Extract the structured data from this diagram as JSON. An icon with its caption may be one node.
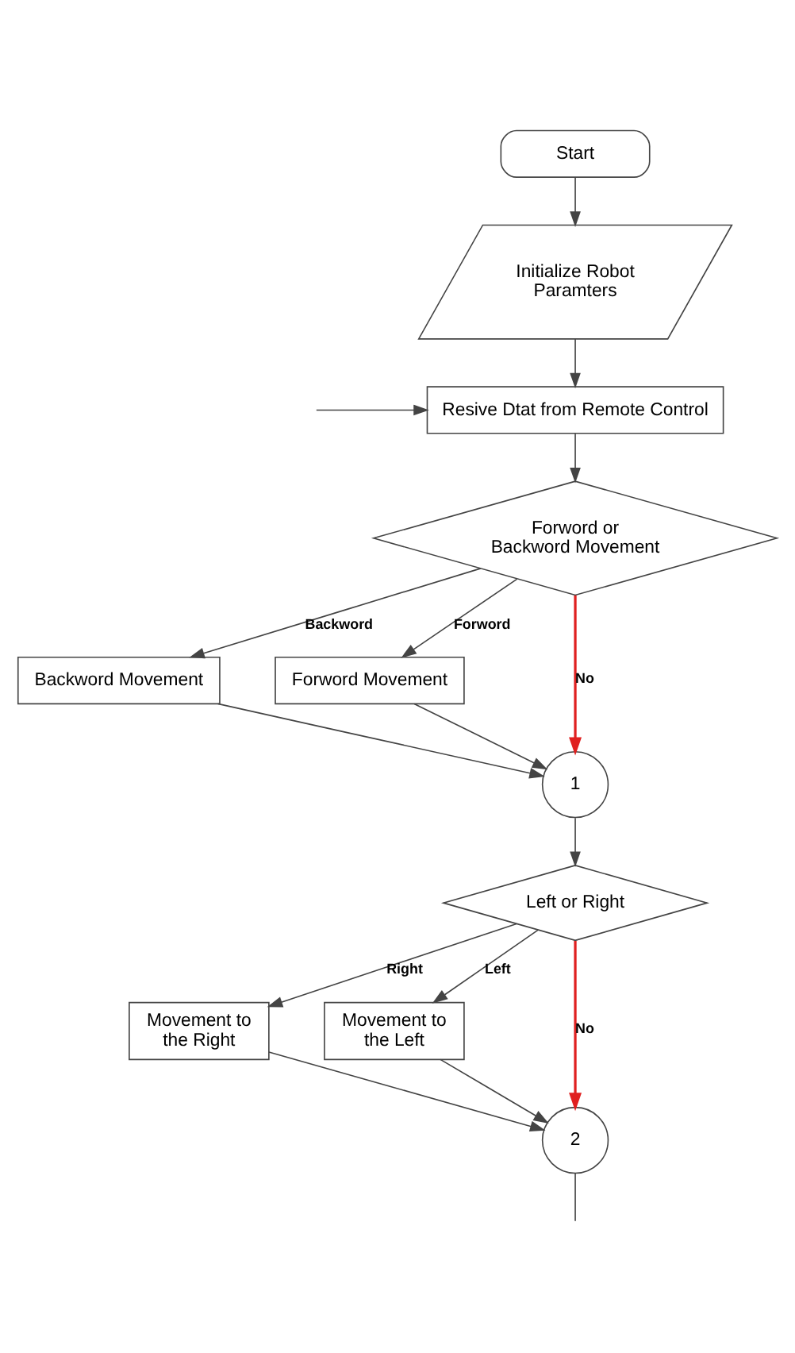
{
  "diagram": {
    "nodes": [
      {
        "text": [
          "Start"
        ]
      },
      {
        "text": [
          "Initialize Robot Paramters"
        ]
      },
      {
        "text": [
          "Resive Dtat from Remote Control"
        ]
      },
      {
        "text": [
          "Forword or Backword Movement"
        ]
      },
      {
        "text": [
          "Backword Movement"
        ]
      },
      {
        "text": [
          "Forword Movement"
        ]
      },
      {
        "text": [
          "1"
        ]
      },
      {
        "text": [
          "Left or Right"
        ]
      },
      {
        "text": [
          "Movement to the Right"
        ]
      },
      {
        "text": [
          "Movement to the Left"
        ]
      },
      {
        "text": [
          "2"
        ]
      }
    ],
    "edges": [
      {
        "from": 0,
        "to": 1,
        "arrow": "to"
      },
      {
        "from": 1,
        "to": 2,
        "arrow": "to"
      },
      {
        "from": null,
        "to": 2,
        "arrow": "to"
      },
      {
        "from": 2,
        "to": 3,
        "arrow": "to"
      },
      {
        "from": 3,
        "to": 4,
        "arrow": "to",
        "label": "Backword"
      },
      {
        "from": 3,
        "to": 5,
        "arrow": "to",
        "label": "Forword"
      },
      {
        "from": 3,
        "to": 6,
        "arrow": "to",
        "label": "No",
        "color": "#e02020"
      },
      {
        "from": 4,
        "to": 6,
        "arrow": "to"
      },
      {
        "from": 5,
        "to": 6,
        "arrow": "to"
      },
      {
        "from": 6,
        "to": 7,
        "arrow": "to"
      },
      {
        "from": 7,
        "to": 8,
        "arrow": "to",
        "label": "Right"
      },
      {
        "from": 7,
        "to": 9,
        "arrow": "to",
        "label": "Left"
      },
      {
        "from": 7,
        "to": 10,
        "arrow": "to",
        "label": "No",
        "color": "#e02020"
      },
      {
        "from": 8,
        "to": 10,
        "arrow": "to"
      },
      {
        "from": 9,
        "to": 10,
        "arrow": "to"
      },
      {
        "from": 10,
        "to": null,
        "arrow": "none"
      }
    ]
  }
}
